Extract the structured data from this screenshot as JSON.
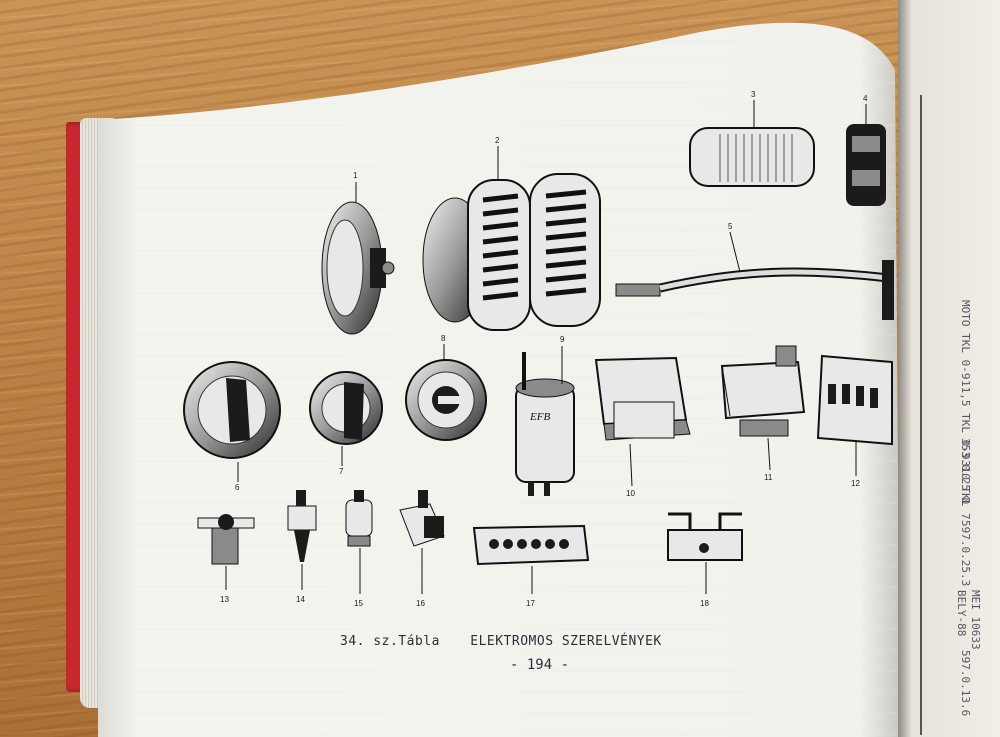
{
  "caption": {
    "table_label": "34. sz.Tábla",
    "title": "ELEKTROMOS SZERELVÉNYEK"
  },
  "page_number": "- 194 -",
  "part_numbers": [
    "1",
    "2",
    "3",
    "4",
    "5",
    "6",
    "7",
    "8",
    "9",
    "10",
    "11",
    "12",
    "13",
    "14",
    "15",
    "16",
    "17",
    "18"
  ],
  "relay_marking": "EFB",
  "right_page_fragments": [
    "597.0.25.3",
    "353.0.25.0",
    "BELY-88",
    "MEI 10633",
    "597.0.13.6",
    "310 TKL 7",
    "11,5 TKL 0-9",
    "MOTO TKL 0-9"
  ]
}
